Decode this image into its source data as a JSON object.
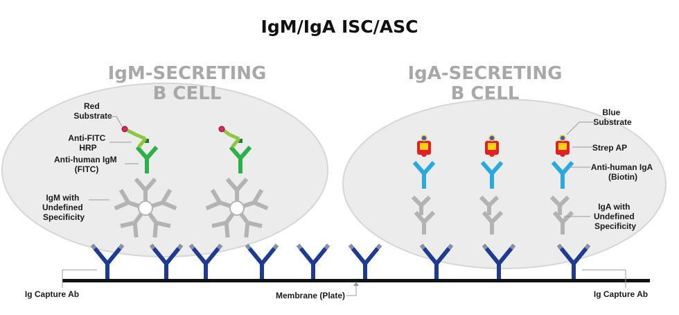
{
  "title": "IgM/IgA ISC/ASC",
  "cells": {
    "igm": {
      "line1": "IgM-SECRETING",
      "line2": "B CELL"
    },
    "iga": {
      "line1": "IgA-SECRETING",
      "line2": "B CELL"
    }
  },
  "labels": {
    "red_substrate": [
      "Red",
      "Substrate"
    ],
    "anti_fitc_hrp": [
      "Anti-FITC",
      "HRP"
    ],
    "anti_human_igm": [
      "Anti-human IgM",
      "(FITC)"
    ],
    "igm_undefined": [
      "IgM with",
      "Undefined",
      "Specificity"
    ],
    "blue_substrate": [
      "Blue",
      "Substrate"
    ],
    "strep_ap": "Strep AP",
    "anti_human_iga": [
      "Anti-human IgA",
      "(Biotin)"
    ],
    "iga_undefined": [
      "IgA with",
      "Undefined",
      "Specificity"
    ],
    "capture_left": "Ig Capture Ab",
    "capture_right": "Ig Capture Ab",
    "membrane": "Membrane (Plate)"
  },
  "colors": {
    "capture_ab": "#1f3a93",
    "ig_gray": "#b3b3b3",
    "anti_igm_green": "#2bb04a",
    "anti_fitc_lime": "#8dc63f",
    "red_substrate": "#e0245e",
    "anti_iga_cyan": "#27aae1",
    "strep_ap_red": "#e31e24",
    "strep_ap_yellow": "#f7d117",
    "blue_substrate": "#3b5bdb",
    "cell_fill": "#ececec",
    "membrane": "#111111"
  }
}
